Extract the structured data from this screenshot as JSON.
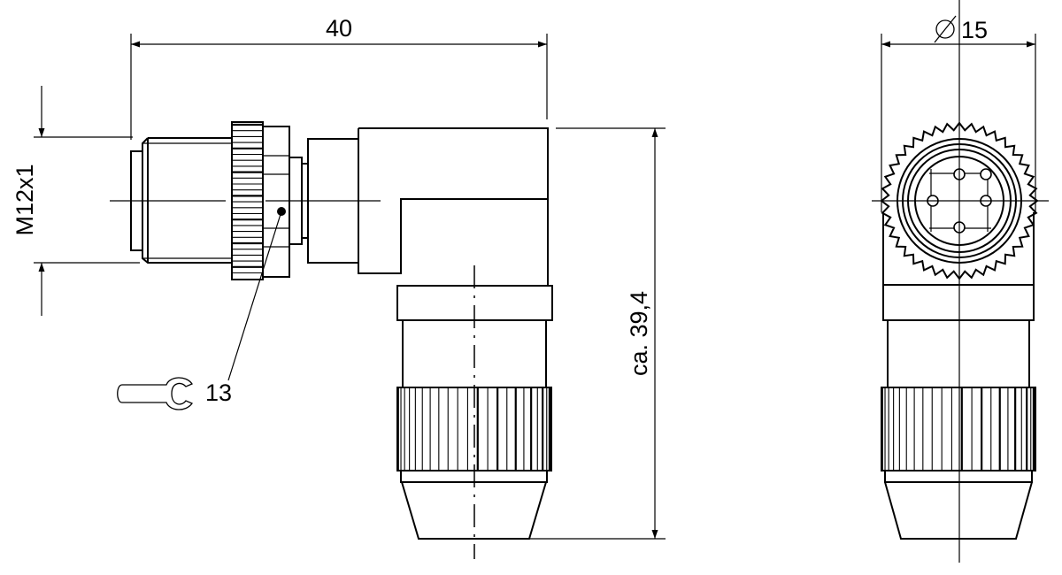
{
  "drawing": {
    "side_view": {
      "length_dim": "40",
      "thread_dim": "M12x1",
      "height_dim": "ca. 39,4",
      "wrench_size": "13",
      "wrench_icon": "wrench-icon"
    },
    "front_view": {
      "diameter_dim": "15",
      "diameter_symbol": "diameter-icon",
      "pin_count": 5
    },
    "line_color": "#000000",
    "background": "#ffffff"
  }
}
